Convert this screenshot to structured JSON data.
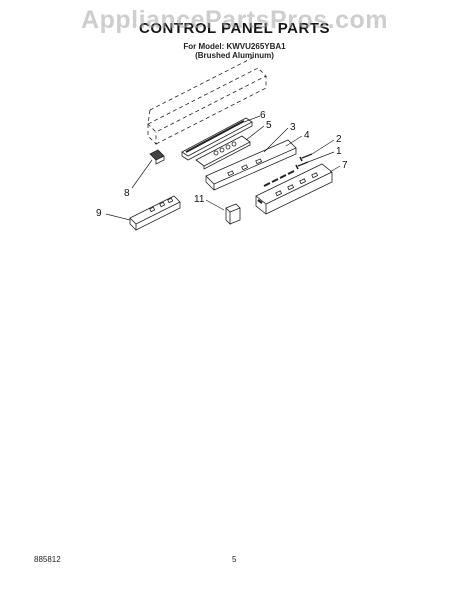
{
  "watermark": "AppliancePartsPros.com",
  "header": {
    "title": "CONTROL PANEL PARTS",
    "model_line": "For Model: KWVU265YBA1",
    "finish_line": "(Brushed Aluminum)"
  },
  "callouts": {
    "c1": "1",
    "c2": "2",
    "c3": "3",
    "c4": "4",
    "c5": "5",
    "c6": "6",
    "c7": "7",
    "c8": "8",
    "c9": "9",
    "c11": "11"
  },
  "footer": {
    "doc_number": "885812",
    "page_number": "5"
  }
}
